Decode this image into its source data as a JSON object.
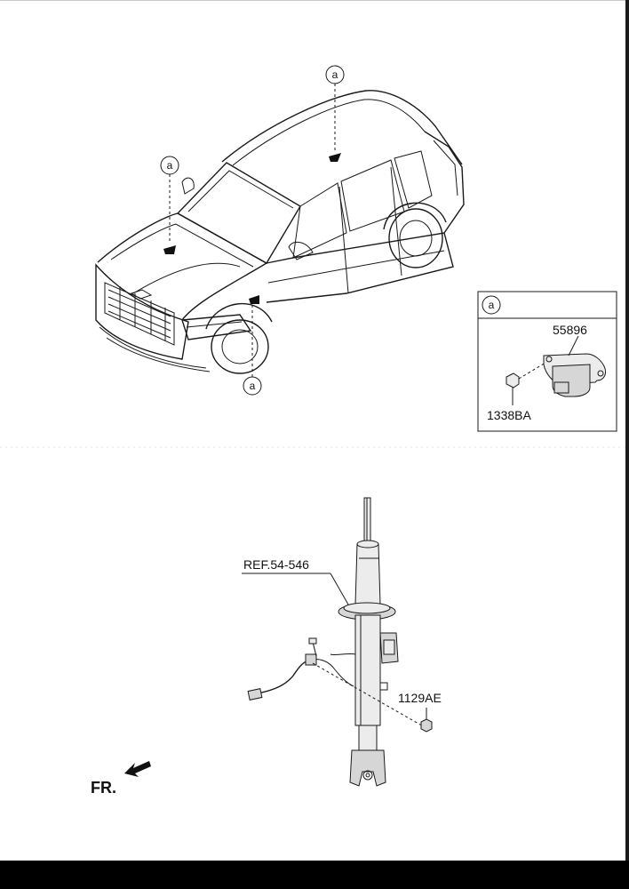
{
  "diagram": {
    "callout_letter": "a",
    "detail_box": {
      "header_letter": "a",
      "part_sensor": "55896",
      "part_bolt": "1338BA"
    },
    "strut": {
      "ref_label": "REF.54-546",
      "part_nut": "1129AE"
    },
    "front_indicator": "FR."
  }
}
